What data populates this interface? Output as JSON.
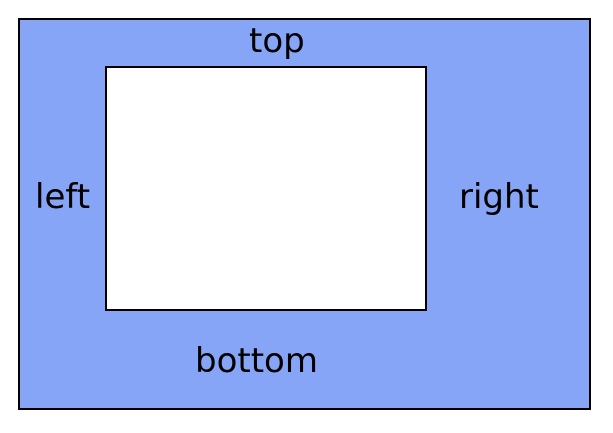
{
  "colors": {
    "margin_fill": "#87a5f6",
    "inner_fill": "#ffffff",
    "border": "#000000"
  },
  "labels": {
    "top": "top",
    "left": "left",
    "right": "right",
    "bottom": "bottom"
  }
}
